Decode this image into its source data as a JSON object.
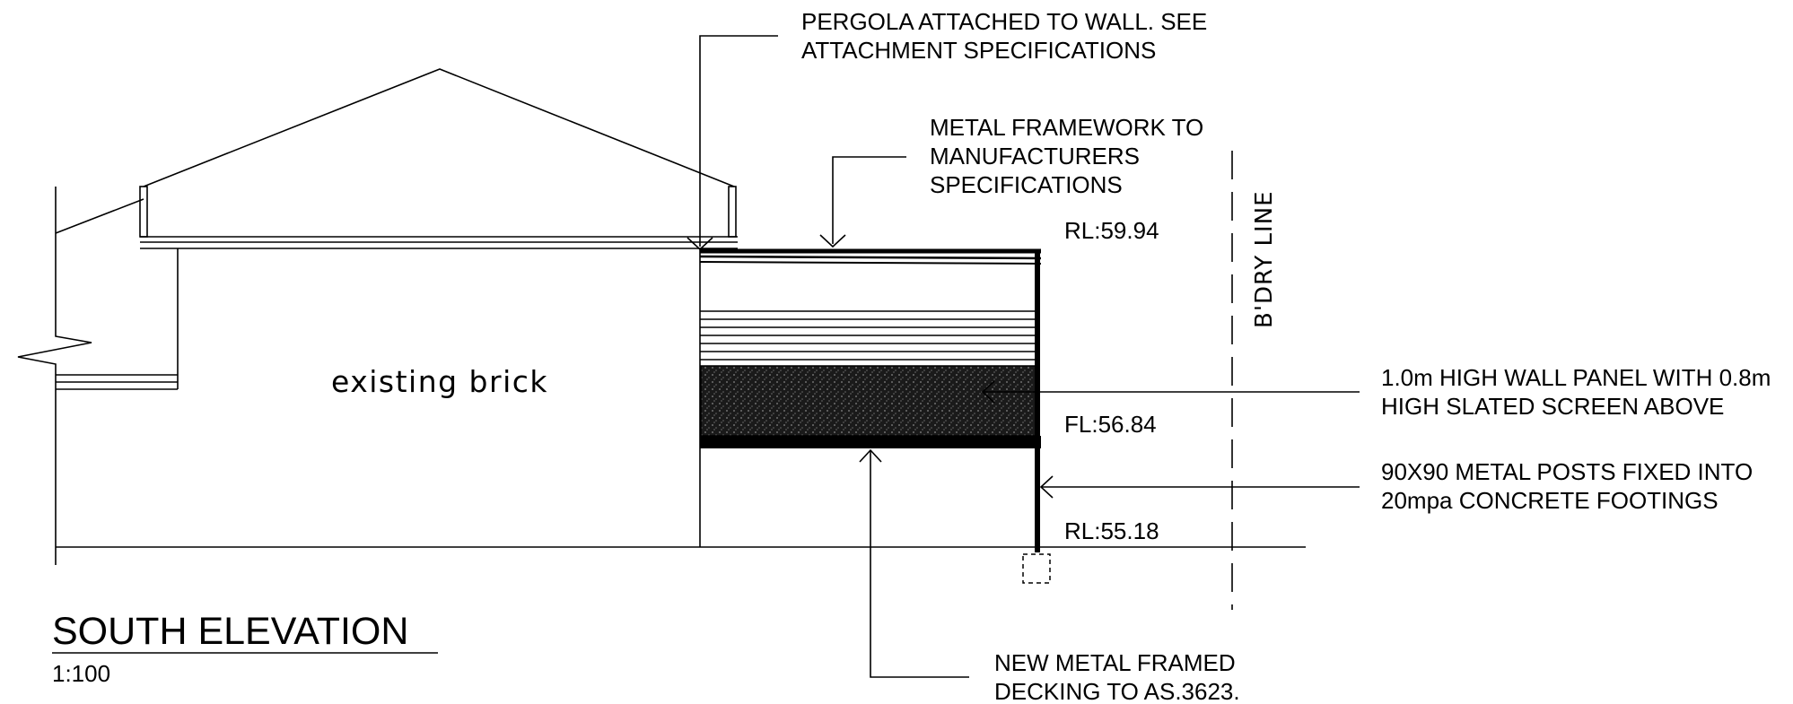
{
  "title": "SOUTH ELEVATION",
  "scale": "1:100",
  "room_label": "existing  brick",
  "boundary_label": "B'DRY  LINE",
  "levels": {
    "top": "RL:59.94",
    "floor": "FL:56.84",
    "ground": "RL:55.18"
  },
  "notes": {
    "pergola": [
      "PERGOLA ATTACHED TO WALL. SEE",
      "ATTACHMENT SPECIFICATIONS"
    ],
    "framework": [
      "METAL FRAMEWORK TO",
      "MANUFACTURERS",
      "SPECIFICATIONS"
    ],
    "wall_panel": [
      "1.0m HIGH WALL PANEL WITH 0.8m",
      "HIGH SLATED SCREEN ABOVE"
    ],
    "posts": [
      "90X90 METAL POSTS FIXED INTO",
      "20mpa CONCRETE FOOTINGS"
    ],
    "decking": [
      "NEW METAL FRAMED",
      "DECKING TO AS.3623."
    ]
  }
}
